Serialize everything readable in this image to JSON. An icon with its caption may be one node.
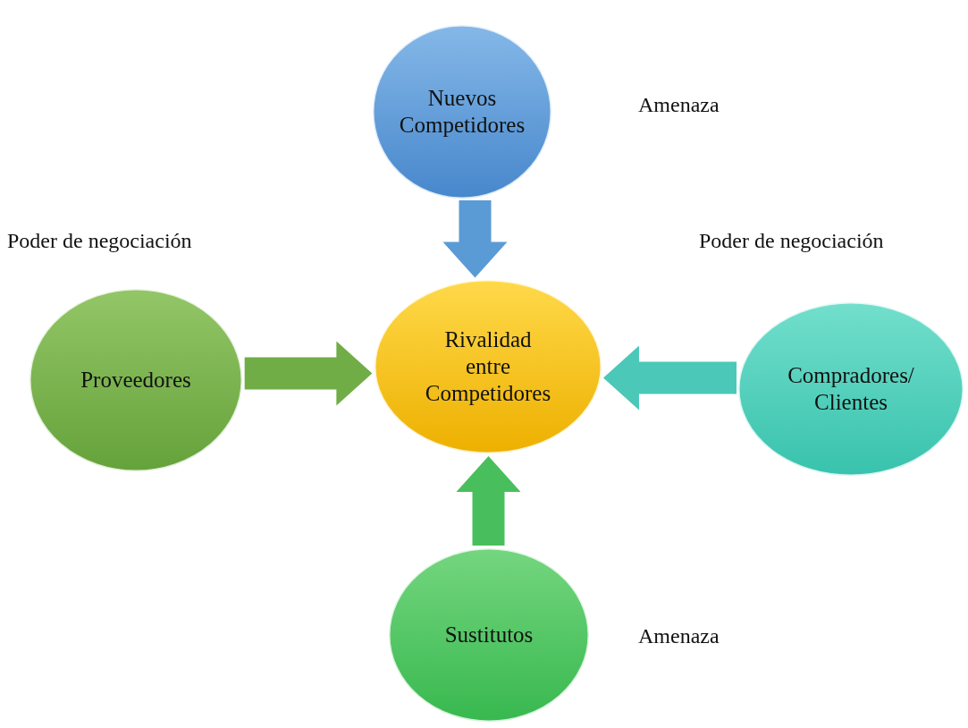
{
  "diagram": {
    "nodes": [
      {
        "text": [
          "Nuevos Competidores"
        ]
      },
      {
        "text": [
          "Proveedores"
        ]
      },
      {
        "text": [
          "Rivalidad entre Competidores"
        ]
      },
      {
        "text": [
          "Compradores/ Clientes"
        ]
      },
      {
        "text": [
          "Sustitutos"
        ]
      }
    ],
    "edges": [
      {
        "from": 0,
        "to": 2,
        "arrow": "to",
        "color": "#5b9bd5"
      },
      {
        "from": 1,
        "to": 2,
        "arrow": "to",
        "color": "#70ad47"
      },
      {
        "from": 3,
        "to": 2,
        "arrow": "to",
        "color": "#4bc8b8"
      },
      {
        "from": 4,
        "to": 2,
        "arrow": "to",
        "color": "#48bf5c"
      }
    ],
    "labels": [
      "Amenaza",
      "Poder de negociación",
      "Poder de negociación",
      "Amenaza"
    ]
  }
}
